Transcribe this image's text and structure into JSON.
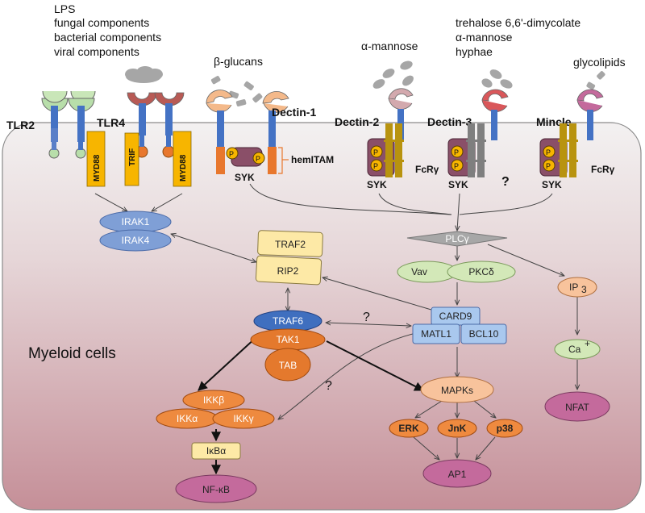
{
  "ligands": {
    "tlr": [
      "LPS",
      "fungal components",
      "bacterial components",
      "viral components"
    ],
    "dectin1": "β-glucans",
    "dectin2": "α-mannose",
    "dectin3": [
      "trehalose 6,6'-dimycolate",
      "α-mannose",
      "hyphae"
    ],
    "mincle": "glycolipids"
  },
  "receptors": {
    "tlr2": "TLR2",
    "tlr4": "TLR4",
    "dectin1": "Dectin-1",
    "dectin2": "Dectin-2",
    "dectin3": "Dectin-3",
    "mincle": "Mincle"
  },
  "adaptors": {
    "myd88": "MYD88",
    "trif": "TRIF",
    "hemitam": "hemITAM",
    "fcrg": "FcRγ",
    "syk": "SYK",
    "p": "P",
    "question": "?"
  },
  "signaling": {
    "irak1": "IRAK1",
    "irak4": "IRAK4",
    "traf2": "TRAF2",
    "rip2": "RIP2",
    "traf6": "TRAF6",
    "tak1": "TAK1",
    "tab": "TAB",
    "plcg": "PLCγ",
    "vav": "Vav",
    "pkcd": "PKCδ",
    "ip3": "IP",
    "ip3_sub": "3",
    "ca": "Ca",
    "ca_sup": "+",
    "nfat": "NFAT",
    "card9": "CARD9",
    "matl1": "MATL1",
    "bcl10": "BCL10",
    "mapks": "MAPKs",
    "erk": "ERK",
    "jnk": "JnK",
    "p38": "p38",
    "ap1": "AP1",
    "ikkb": "IKKβ",
    "ikka": "IKKα",
    "ikkg": "IKKγ",
    "ikba": "IκBα",
    "nfkb": "NF-κB"
  },
  "cell_label": "Myeloid cells",
  "colors": {
    "cell_top": "#f1eeee",
    "cell_bottom": "#c79aa0",
    "irak": "#7f9fd6",
    "traf_box": "#fde9a6",
    "traf6": "#3f6fbf",
    "tak": "#e4792d",
    "ikk": "#ee8a3f",
    "nfkb": "#c46a9c",
    "plc": "#a7a7a7",
    "green": "#d3e8b8",
    "card": "#a9c8ee",
    "mapk_light": "#f8c39c",
    "syk": "#8a4f68",
    "yellow": "#f7b500",
    "olive": "#b8930f",
    "orange_rec": "#e8772d",
    "blue_stem": "#4472c4"
  }
}
